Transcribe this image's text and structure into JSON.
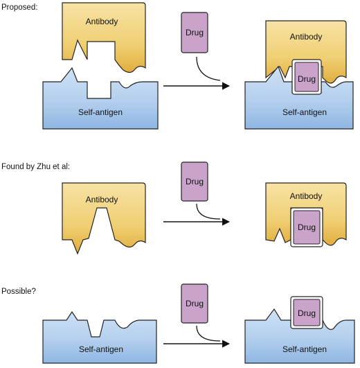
{
  "sections": [
    {
      "heading": "Proposed:"
    },
    {
      "heading": "Found by Zhu et al:"
    },
    {
      "heading": "Possible?"
    }
  ],
  "labels": {
    "antibody": "Antibody",
    "self_antigen": "Self-antigen",
    "drug": "Drug"
  },
  "colors": {
    "antibody_fill": "#f2d27a",
    "antibody_shade": "#e0ae3c",
    "antigen_fill": "#b7d3ef",
    "antigen_shade": "#8bb6e3",
    "drug_fill": "#c9a3c9",
    "outline": "#222222"
  }
}
